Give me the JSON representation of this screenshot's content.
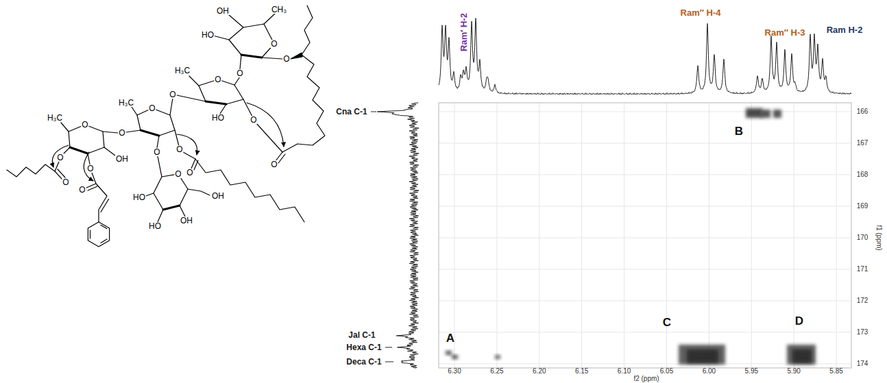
{
  "diagram": {
    "labels": [
      "OH",
      "CH₃",
      "HO",
      "O",
      "O",
      "O",
      "H₃C",
      "O",
      "O",
      "HO",
      "O",
      "O",
      "H₃C",
      "O",
      "O",
      "O",
      "O",
      "H₃C",
      "O",
      "O",
      "O",
      "O",
      "OH",
      "O",
      "O",
      "O",
      "OH",
      "HO",
      "OH",
      "HO",
      "Ram′ H-2",
      "Ram″ H-4",
      "Ram″ H-3",
      "Ram H-2",
      "Cna C-1",
      "Jal C-1",
      "Hexa C-1",
      "Deca C-1",
      "A",
      "B",
      "C",
      "D",
      "166",
      "167",
      "168",
      "169",
      "170",
      "171",
      "172",
      "173",
      "174",
      "f1 (ppm)",
      "6.30",
      "6.25",
      "6.20",
      "6.15",
      "6.10",
      "6.05",
      "6.00",
      "5.95",
      "5.90",
      "5.85",
      "f2 (ppm)"
    ]
  }
}
